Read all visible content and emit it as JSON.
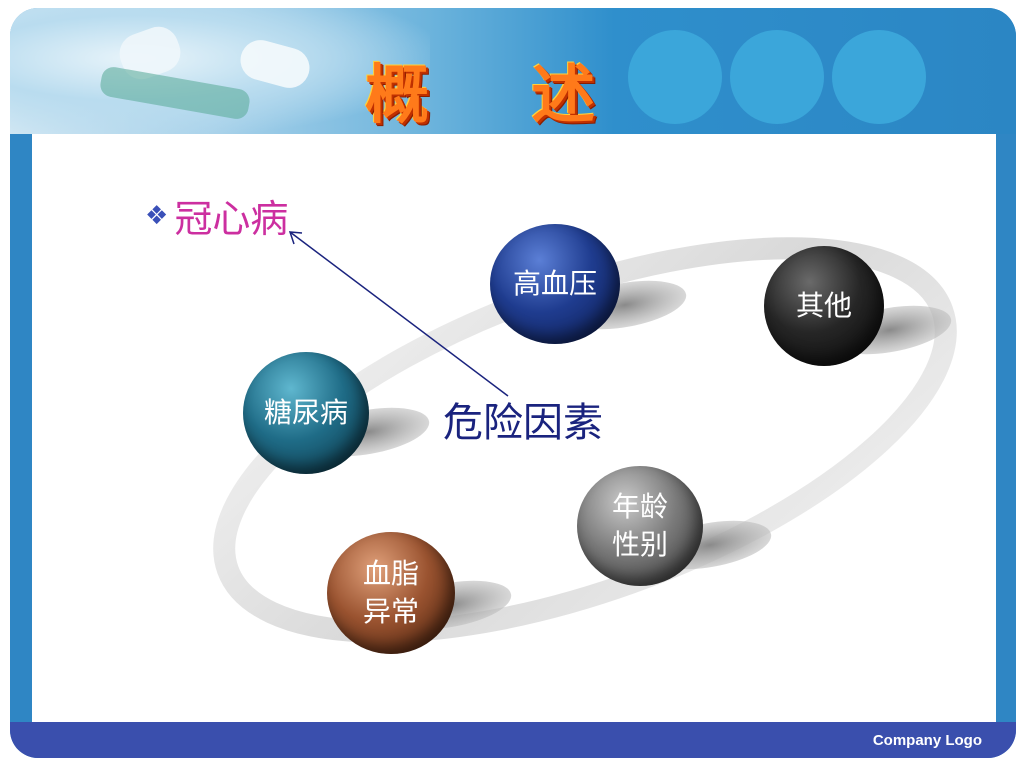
{
  "header": {
    "title": "概 述"
  },
  "bullet": {
    "text": "冠心病"
  },
  "center": {
    "label": "危险因素"
  },
  "factors": [
    {
      "label": "高血压"
    },
    {
      "label": "其他"
    },
    {
      "label": "糖尿病"
    },
    {
      "label": "年龄\n性别"
    },
    {
      "label": "血脂\n异常"
    }
  ],
  "footer": {
    "logo_text": "Company Logo"
  },
  "colors": {
    "frame": "#2f86c4",
    "footer": "#3a4fad",
    "bullet_text": "#cc2fa0",
    "center_label": "#1a237e"
  }
}
